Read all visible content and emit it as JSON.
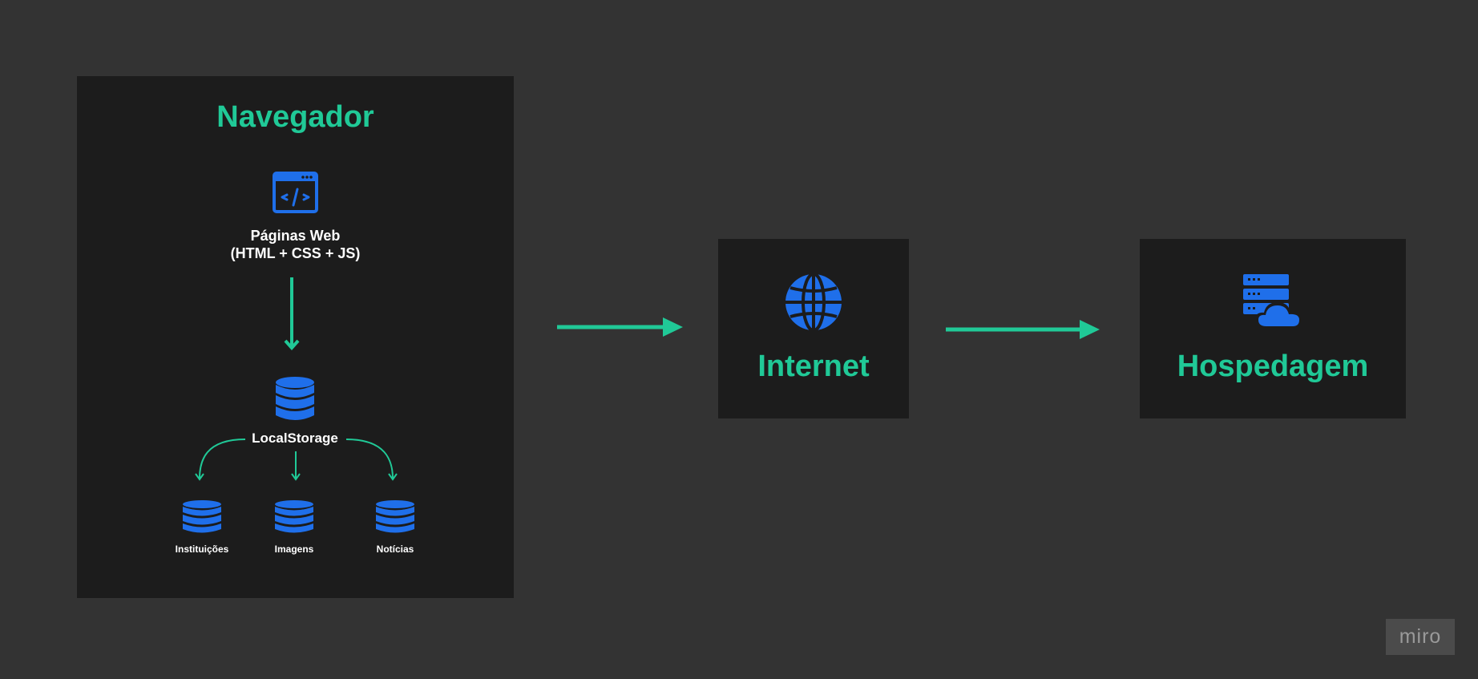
{
  "colors": {
    "background": "#333333",
    "panel": "#1c1c1c",
    "accent": "#20c997",
    "icon": "#1f6fea",
    "text": "#ffffff"
  },
  "browser": {
    "title": "Navegador",
    "web_pages": {
      "icon": "code-window-icon",
      "line1": "Páginas Web",
      "line2": "(HTML + CSS + JS)"
    },
    "storage": {
      "icon": "database-icon",
      "label": "LocalStorage"
    },
    "stores": [
      {
        "icon": "database-icon",
        "label": "Instituições"
      },
      {
        "icon": "database-icon",
        "label": "Imagens"
      },
      {
        "icon": "database-icon",
        "label": "Notícias"
      }
    ]
  },
  "internet": {
    "icon": "globe-icon",
    "label": "Internet"
  },
  "hosting": {
    "icon": "cloud-server-icon",
    "label": "Hospedagem"
  },
  "watermark": "miro"
}
